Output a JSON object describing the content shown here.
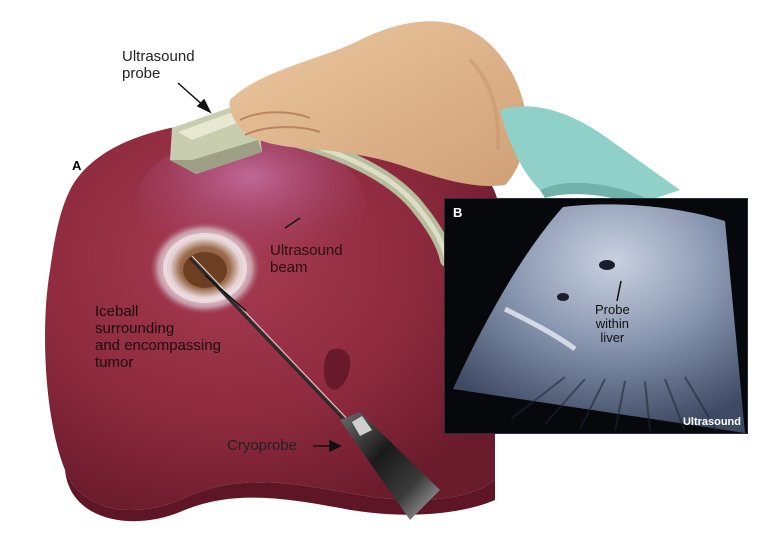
{
  "labels": {
    "panel_a": "A",
    "ultrasound_probe": "Ultrasound\nprobe",
    "ultrasound_beam": "Ultrasound\nbeam",
    "iceball": "Iceball\nsurrounding\nand encompassing\ntumor",
    "cryoprobe": "Cryoprobe"
  },
  "inset": {
    "panel_b": "B",
    "probe_within_liver": "Probe\nwithin\nliver",
    "tag": "Ultrasound"
  },
  "colors": {
    "liver": "#8e2a3e",
    "liver_shadow": "#6d1d2f",
    "probe_body": "#c9cdb0",
    "hand_skin": "#e3bb92",
    "sleeve": "#8fd1c8"
  }
}
